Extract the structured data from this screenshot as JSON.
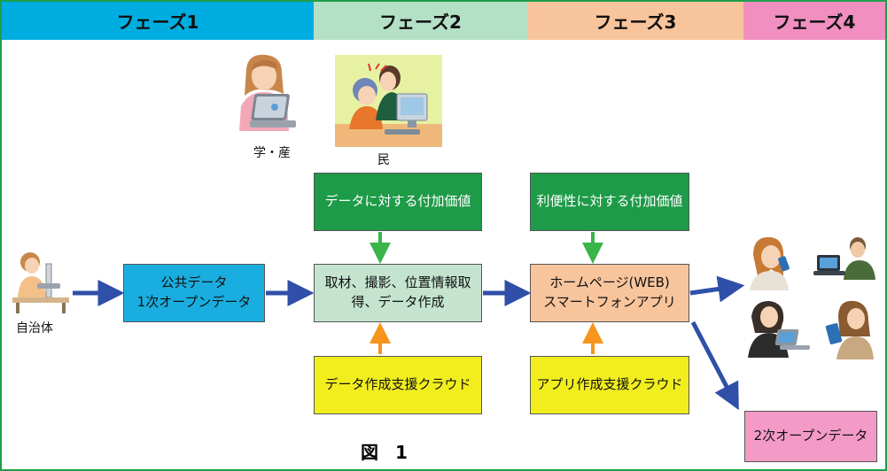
{
  "phases": [
    {
      "label": "フェーズ1",
      "color": "#00ade0"
    },
    {
      "label": "フェーズ2",
      "color": "#b4e0c6"
    },
    {
      "label": "フェーズ3",
      "color": "#f8c49c"
    },
    {
      "label": "フェーズ4",
      "color": "#f08fc0"
    }
  ],
  "actors": {
    "academia_industry": "学・産",
    "citizens": "民",
    "municipality": "自治体"
  },
  "boxes": {
    "public_data": "公共データ\n1次オープンデータ",
    "data_value_added": "データに対する付加価値",
    "data_creation": "取材、撮影、位置情報取\n得、データ作成",
    "data_support_cloud": "データ作成支援クラウド",
    "convenience_value_added": "利便性に対する付加価値",
    "homepage_app": "ホームページ(WEB)\nスマートフォンアプリ",
    "app_support_cloud": "アプリ作成支援クラウド",
    "secondary_open_data": "2次オープンデータ"
  },
  "figure_caption": "図 1",
  "colors": {
    "frame": "#1f9d4a",
    "public_data": "#1aaee0",
    "value_added": "#1e9b48",
    "data_creation": "#c4e4d0",
    "support_cloud": "#f2ee1e",
    "homepage_app": "#f8c49c",
    "secondary_open_data": "#f49ac6",
    "flow_arrow": "#2f4fa8",
    "green_arrow": "#39b54a",
    "orange_arrow": "#f7941d"
  }
}
